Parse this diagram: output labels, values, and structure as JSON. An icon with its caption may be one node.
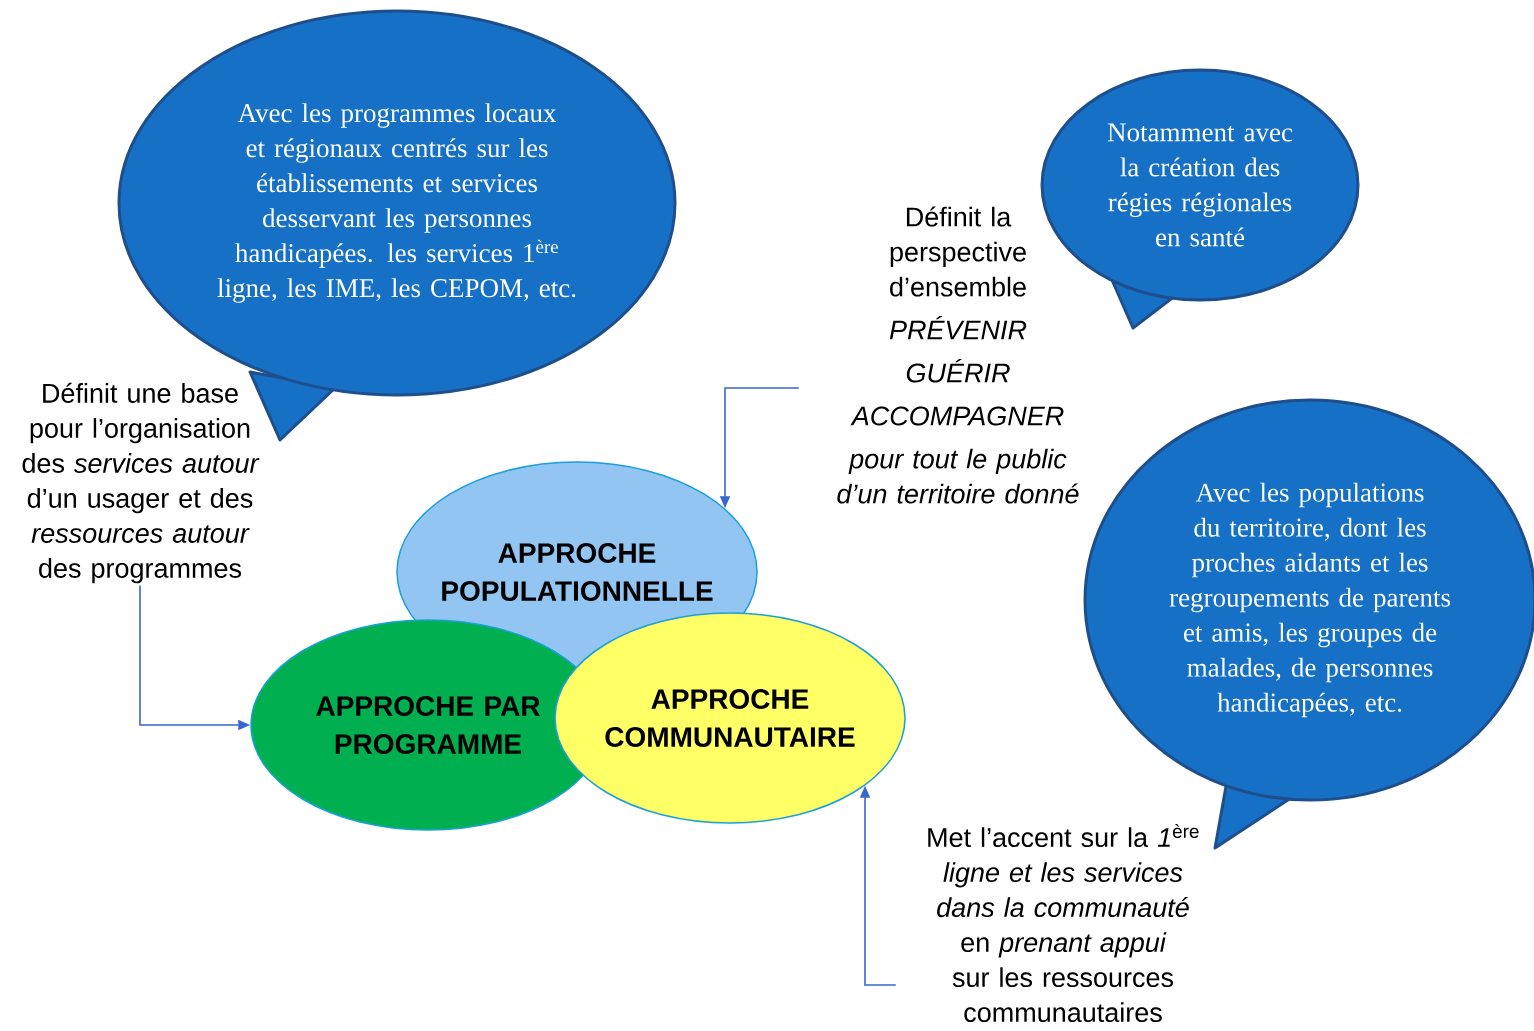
{
  "diagram": {
    "nodes": [
      {
        "text": [
          "Avec les programmes locaux et régionaux centrés sur les établissements et services desservant les personnes handicapées. les services 1$^{ère}$ ligne, les IME, les CEPOM, etc."
        ]
      },
      {
        "text": [
          "Définit la perspective d’ensemble",
          "PRÉVENIR",
          "GUÉRIR",
          "ACCOMPAGNER",
          "pour tout le public d’un territoire donné"
        ]
      },
      {
        "text": [
          "Notamment avec la création des régies régionales en santé"
        ]
      },
      {
        "text": [
          "Définit une base pour l’organisation des *services autour* d’un usager et des *ressources autour* des programmes"
        ]
      },
      {
        "text": [
          "APPROCHE POPULATIONNELLE"
        ]
      },
      {
        "text": [
          "Avec les populations du territoire, dont les proches aidants et les regroupements de parents et amis, les groupes de malades, de personnes handicapées, etc."
        ]
      },
      {
        "text": [
          "APPROCHE PAR PROGRAMME"
        ]
      },
      {
        "text": [
          "APPROCHE COMMUNAUTAIRE"
        ]
      },
      {
        "text": [
          "Met l’accent sur la *1*$^{ère}$ *ligne et les services dans la communauté* en *prenant appui* sur les ressources communautaires"
        ]
      }
    ],
    "edges": [
      {
        "from": 3,
        "to": 6,
        "arrow": "to"
      },
      {
        "from": 1,
        "to": 4,
        "arrow": "to"
      },
      {
        "from": 8,
        "to": 7,
        "arrow": "to"
      }
    ]
  }
}
